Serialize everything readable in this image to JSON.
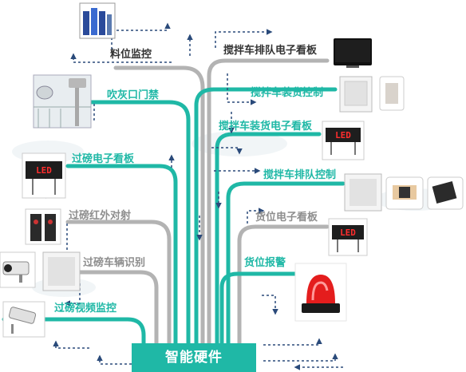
{
  "hub": {
    "label": "智能硬件"
  },
  "nodes": [
    {
      "id": "material-monitoring",
      "label": "料位监控",
      "style": "dark"
    },
    {
      "id": "queue-board",
      "label": "搅拌车排队电子看板",
      "style": "dark"
    },
    {
      "id": "dust-door",
      "label": "吹灰口门禁",
      "style": "teal"
    },
    {
      "id": "loading-control",
      "label": "搅拌车装货控制",
      "style": "teal"
    },
    {
      "id": "loading-board",
      "label": "搅拌车装货电子看板",
      "style": "teal"
    },
    {
      "id": "weighing-board",
      "label": "过磅电子看板",
      "style": "teal"
    },
    {
      "id": "queue-control",
      "label": "搅拌车排队控制",
      "style": "teal"
    },
    {
      "id": "weighing-infrared",
      "label": "过磅红外对射",
      "style": "gray"
    },
    {
      "id": "cargo-board",
      "label": "货位电子看板",
      "style": "gray"
    },
    {
      "id": "vehicle-recognition",
      "label": "过磅车辆识别",
      "style": "gray"
    },
    {
      "id": "cargo-alarm",
      "label": "货位报警",
      "style": "teal"
    },
    {
      "id": "weighing-video",
      "label": "过磅视频监控",
      "style": "teal"
    }
  ],
  "led_text": "LED",
  "colors": {
    "teal": "#1fb8a6",
    "gray": "#b3b3b3",
    "dark_text": "#333333",
    "gray_text": "#8e8e8e",
    "dashed_arrow": "#2a4a7a",
    "led_red": "#ff2d2d"
  }
}
